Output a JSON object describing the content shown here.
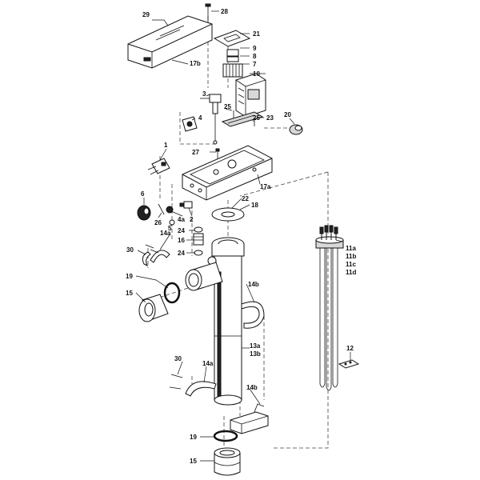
{
  "labels": {
    "l28": "28",
    "l29": "29",
    "l21": "21",
    "l9": "9",
    "l8": "8",
    "l7": "7",
    "l17b": "17b",
    "l10": "10",
    "l3": "3",
    "l25a": "25",
    "l20": "20",
    "l4": "4",
    "l25b": "25",
    "l23": "23",
    "l1": "1",
    "l27": "27",
    "l17a": "17a",
    "l6": "6",
    "l22": "22",
    "l18": "18",
    "l26": "26",
    "l4a": "4a",
    "l2": "2",
    "l5": "5",
    "l14a_top": "14a",
    "l24a": "24",
    "l16": "16",
    "l30a": "30",
    "l24b": "24",
    "l11a": "11a",
    "l11b": "11b",
    "l11c": "11c",
    "l11d": "11d",
    "l19a": "19",
    "l14b_top": "14b",
    "l15a": "15",
    "l13a": "13a",
    "l13b": "13b",
    "l12": "12",
    "l30b": "30",
    "l14a_bot": "14a",
    "l14b_bot": "14b",
    "l19b": "19",
    "l15b": "15"
  }
}
